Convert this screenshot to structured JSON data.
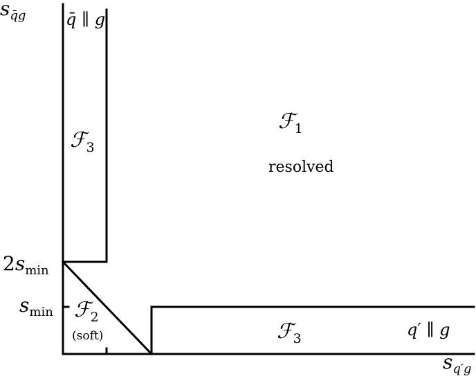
{
  "axes": {
    "y_label": {
      "base": "s",
      "sub": "q̄g"
    },
    "x_label": {
      "base": "s",
      "sub": "q′g"
    }
  },
  "ticks": {
    "two_s_min": {
      "prefix": "2",
      "base": "s",
      "sub": "min"
    },
    "s_min": {
      "base": "s",
      "sub": "min"
    }
  },
  "regions": {
    "f1": {
      "symbol": "ℱ",
      "sub": "1",
      "note": "resolved"
    },
    "f2": {
      "symbol": "ℱ",
      "sub": "2",
      "note": "(soft)"
    },
    "f3_left": {
      "symbol": "ℱ",
      "sub": "3",
      "note": "q̄ ∥ g"
    },
    "f3_bottom": {
      "symbol": "ℱ",
      "sub": "3",
      "note": "q′ ∥ g"
    }
  },
  "colors": {
    "ink": "#000000",
    "background": "#ffffff"
  }
}
